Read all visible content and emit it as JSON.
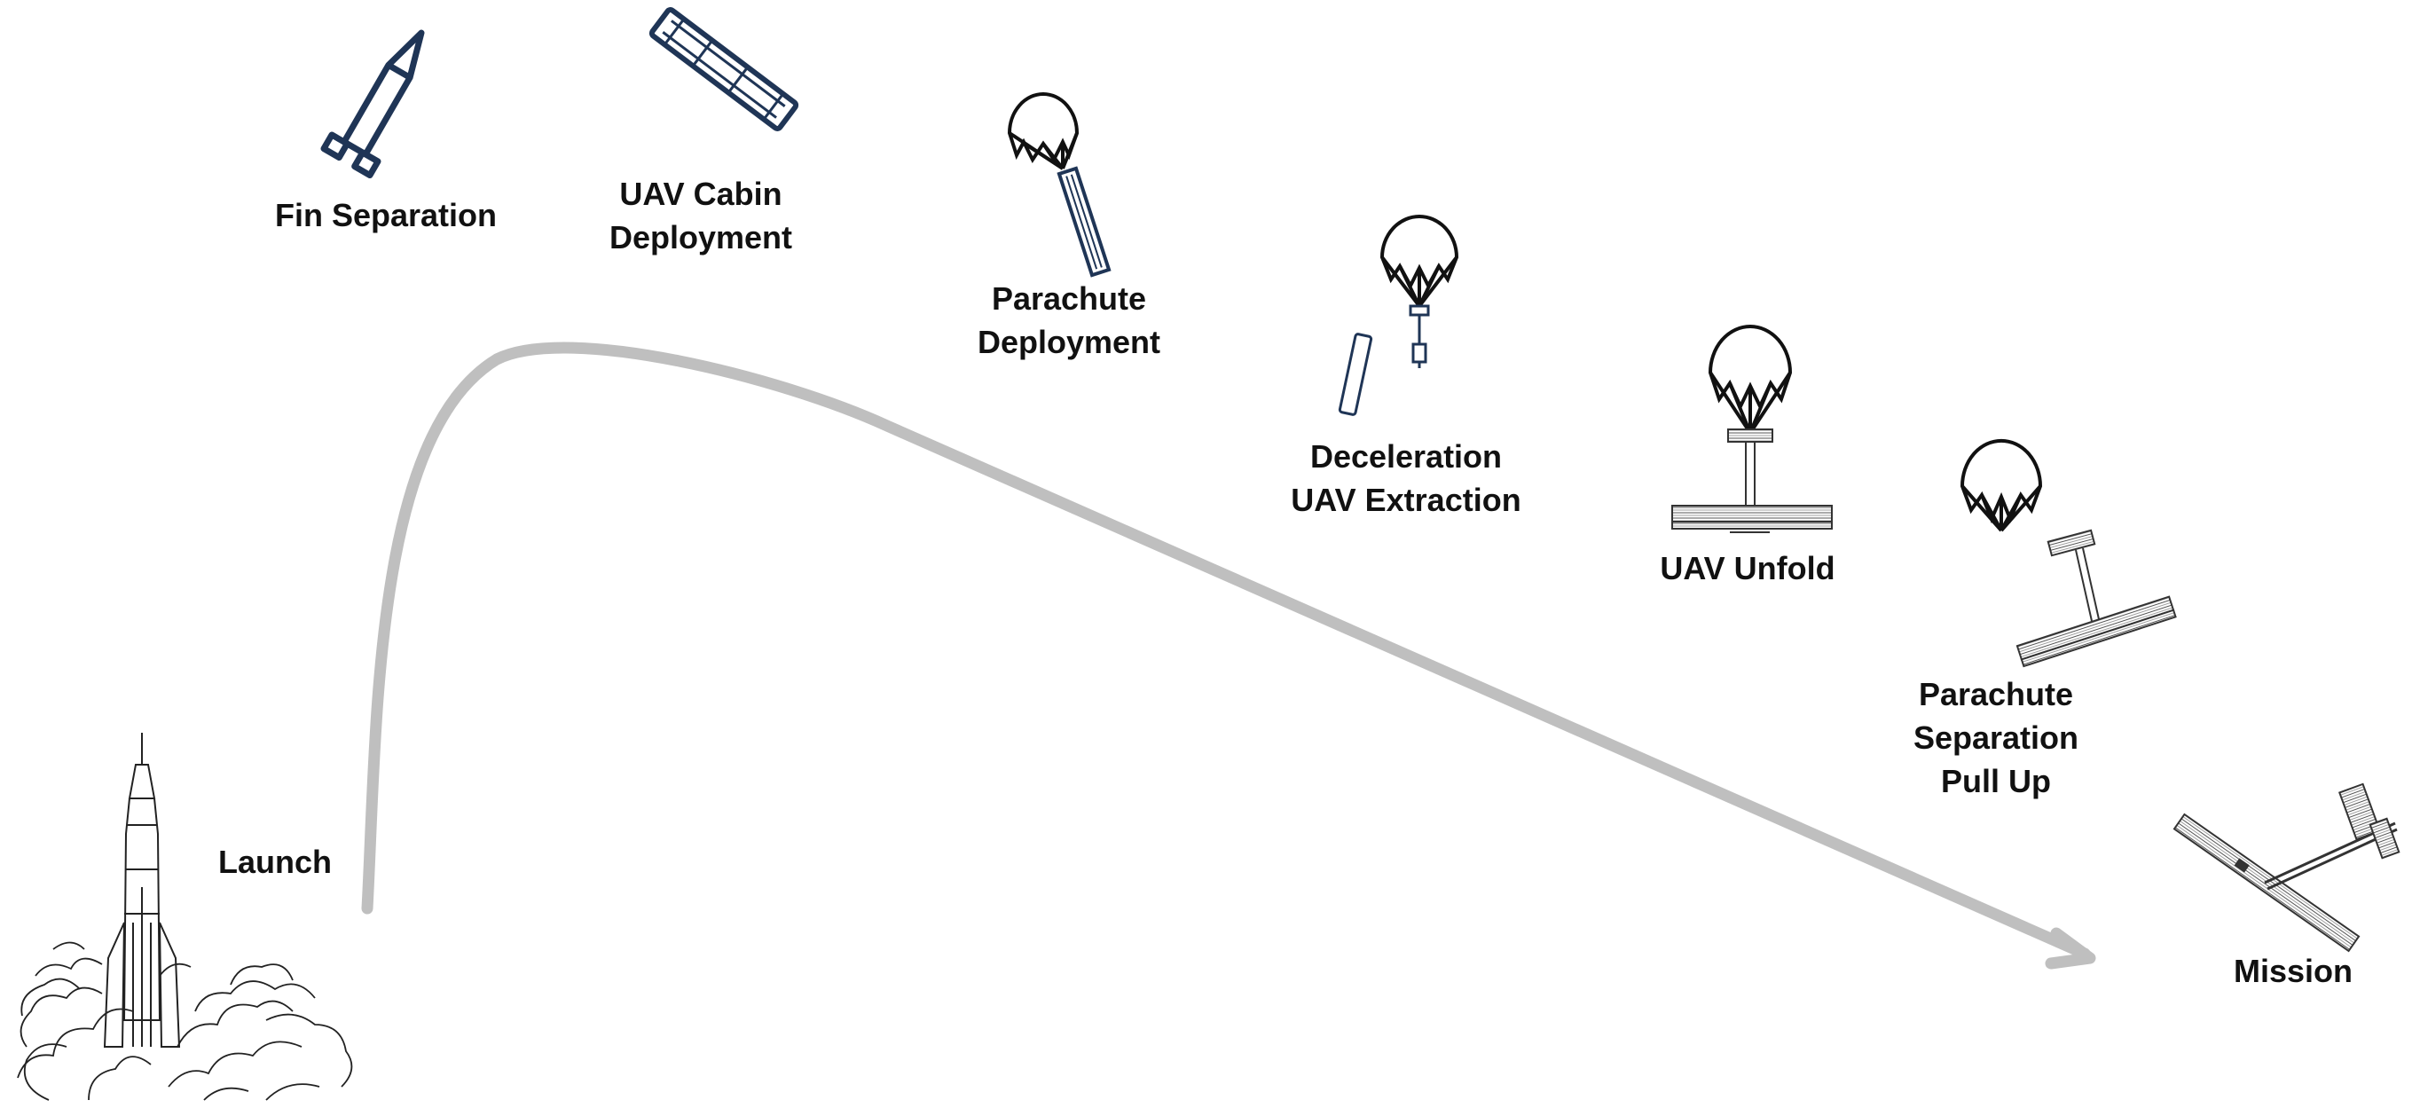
{
  "colors": {
    "trajectory": "#bfbfbf",
    "icon_navy": "#1f3556",
    "sketch": "#222222",
    "text": "#111111"
  },
  "stages": [
    {
      "id": "launch",
      "lines": [
        "Launch"
      ],
      "icon": "rocket-launch-sketch-icon"
    },
    {
      "id": "fin-separation",
      "lines": [
        "Fin Separation"
      ],
      "icon": "rocket-fin-icon"
    },
    {
      "id": "uav-cabin-deployment",
      "lines": [
        "UAV Cabin",
        "Deployment"
      ],
      "icon": "uav-cabin-icon"
    },
    {
      "id": "parachute-deployment",
      "lines": [
        "Parachute",
        "Deployment"
      ],
      "icon": "parachute-cabin-icon"
    },
    {
      "id": "deceleration-uav-extraction",
      "lines": [
        "Deceleration",
        "UAV Extraction"
      ],
      "icon": "parachute-extraction-icon"
    },
    {
      "id": "uav-unfold",
      "lines": [
        "UAV Unfold"
      ],
      "icon": "parachute-uav-unfold-icon"
    },
    {
      "id": "parachute-separation-pull-up",
      "lines": [
        "Parachute",
        "Separation",
        "Pull Up"
      ],
      "icon": "parachute-separation-icon"
    },
    {
      "id": "mission",
      "lines": [
        "Mission"
      ],
      "icon": "uav-flight-icon"
    }
  ]
}
